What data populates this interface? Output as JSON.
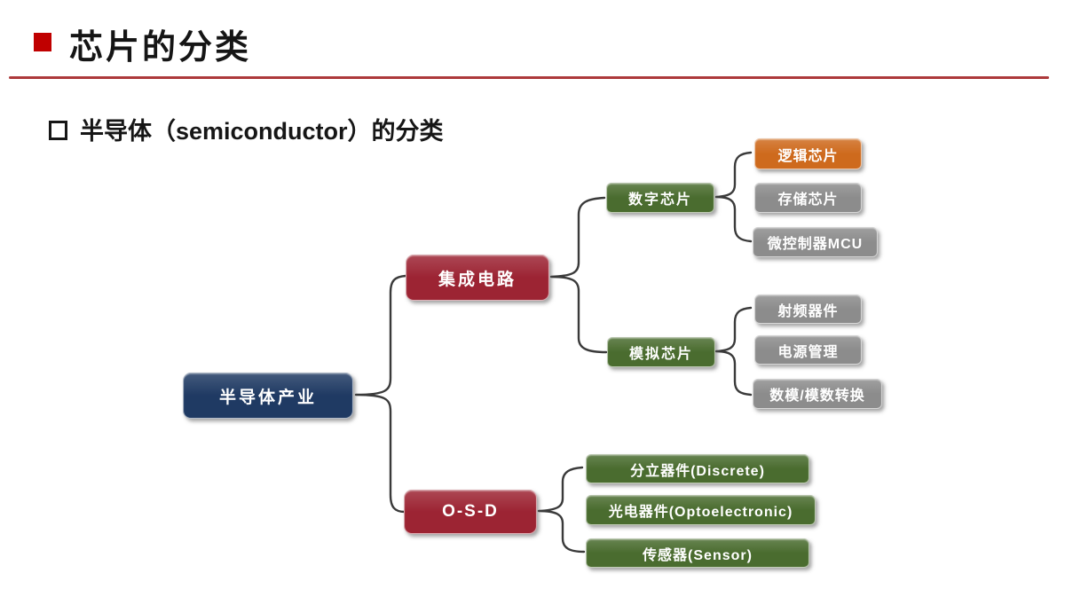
{
  "header": {
    "title": "芯片的分类"
  },
  "subtitle": {
    "text": "半导体（semiconductor）的分类"
  },
  "nodes": {
    "root": {
      "label": "半导体产业"
    },
    "ic": {
      "label": "集成电路"
    },
    "osd": {
      "label": "O-S-D"
    },
    "digital": {
      "label": "数字芯片"
    },
    "analog": {
      "label": "模拟芯片"
    },
    "logic": {
      "label": "逻辑芯片"
    },
    "memory": {
      "label": "存储芯片"
    },
    "mcu": {
      "label": "微控制器MCU"
    },
    "rf": {
      "label": "射频器件"
    },
    "power": {
      "label": "电源管理"
    },
    "converter": {
      "label": "数模/模数转换"
    },
    "discrete": {
      "label": "分立器件(Discrete)"
    },
    "opto": {
      "label": "光电器件(Optoelectronic)"
    },
    "sensor": {
      "label": "传感器(Sensor)"
    }
  },
  "hierarchy": {
    "root": {
      "ic": {
        "digital": [
          "logic",
          "memory",
          "mcu"
        ],
        "analog": [
          "rf",
          "power",
          "converter"
        ]
      },
      "osd": [
        "discrete",
        "opto",
        "sensor"
      ]
    }
  },
  "colors": {
    "accent_red": "#C00000",
    "rule_red": "#AD393B",
    "navy": "#1F3A63",
    "crimson": "#9C2433",
    "green": "#4A6C2F",
    "orange": "#CE6A1D",
    "gray": "#8C8C8C",
    "connector": "#3A3A3A"
  }
}
